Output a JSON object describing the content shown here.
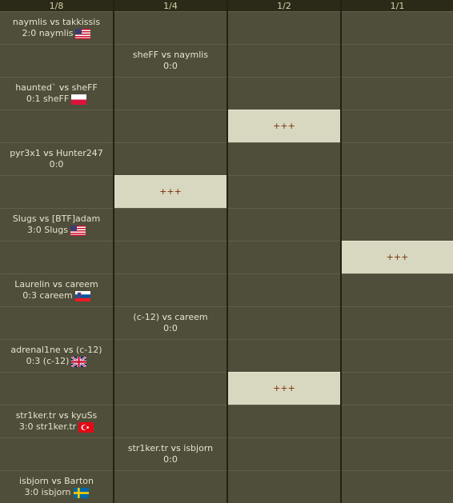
{
  "rounds": [
    "1/8",
    "1/4",
    "1/2",
    "1/1"
  ],
  "placeholder": "+++",
  "vs_label": "vs",
  "matches": {
    "r1": [
      {
        "p1": "naymlis",
        "p2": "takkissis",
        "result": "2:0 naymlis",
        "flag": "us-flag-icon"
      },
      {
        "p1": "haunted`",
        "p2": "sheFF",
        "result": "0:1 sheFF",
        "flag": "pl-flag-icon"
      },
      {
        "p1": "pyr3x1",
        "p2": "Hunter247",
        "result": "0:0",
        "flag": ""
      },
      {
        "p1": "Slugs",
        "p2": "[BTF]adam",
        "result": "3:0 Slugs",
        "flag": "us-flag-icon"
      },
      {
        "p1": "Laurelin",
        "p2": "careem",
        "result": "0:3 careem",
        "flag": "si-flag-icon"
      },
      {
        "p1": "adrenal1ne",
        "p2": "(c-12)",
        "result": "0:3 (c-12)",
        "flag": "gb-flag-icon"
      },
      {
        "p1": "str1ker.tr",
        "p2": "kyuSs",
        "result": "3:0 str1ker.tr",
        "flag": "tr-flag-icon"
      },
      {
        "p1": "isbjorn",
        "p2": "Barton",
        "result": "3:0 isbjorn",
        "flag": "se-flag-icon"
      }
    ],
    "r2": [
      {
        "p1": "sheFF",
        "p2": "naymlis",
        "result": "0:0"
      },
      {
        "p1": "(c-12)",
        "p2": "careem",
        "result": "0:0"
      },
      {
        "p1": "str1ker.tr",
        "p2": "isbjorn",
        "result": "0:0"
      }
    ]
  },
  "colors": {
    "background": "#232213",
    "cell": "#4f4e3a",
    "highlight_cell": "#d8d8c0",
    "placeholder_text": "#7a2e0c"
  }
}
